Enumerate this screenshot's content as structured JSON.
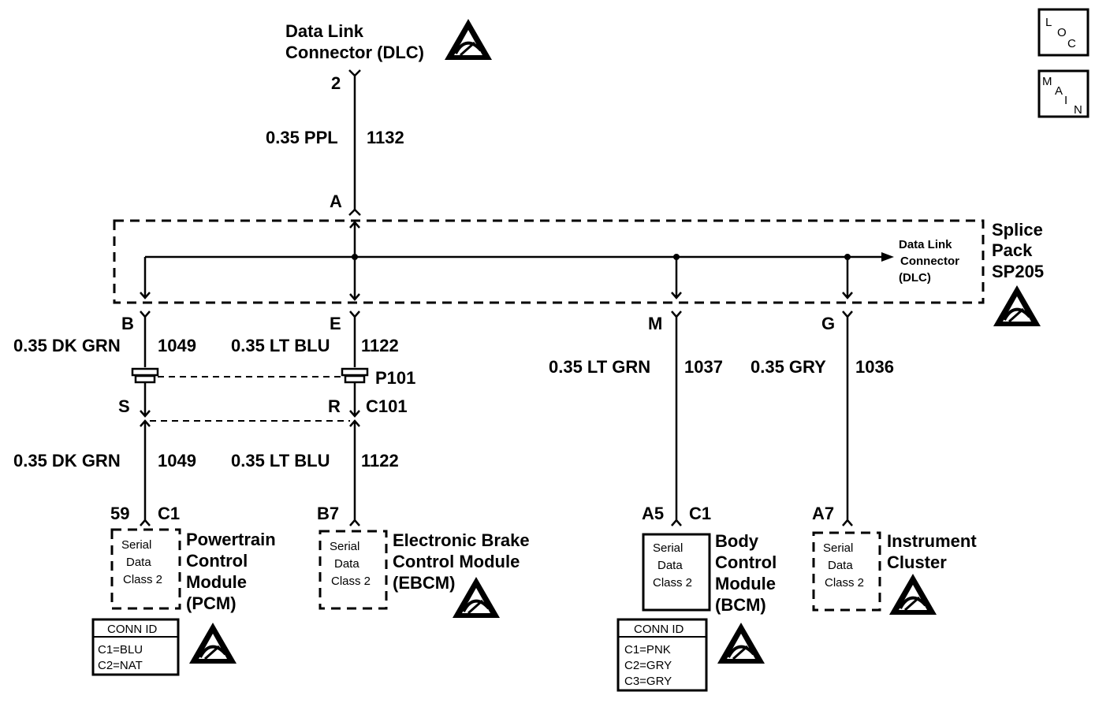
{
  "badges": {
    "loc": [
      "L",
      "O",
      "C"
    ],
    "main": [
      "M",
      "A",
      "I",
      "N"
    ]
  },
  "dlc": {
    "title_line1": "Data Link",
    "title_line2": "Connector (DLC)",
    "pin": "2",
    "wire_gauge_color": "0.35 PPL",
    "circuit": "1132"
  },
  "splice_pack": {
    "title_line1": "Splice",
    "title_line2": "Pack",
    "title_line3": "SP205",
    "entry_pin": "A",
    "dlc_ref_line1": "Data Link",
    "dlc_ref_line2": "Connector",
    "dlc_ref_line3": "(DLC)"
  },
  "branches": {
    "pcm": {
      "splice_pin": "B",
      "upper_wire": "0.35 DK GRN",
      "upper_circuit": "1049",
      "inline_pin": "S",
      "lower_wire": "0.35 DK GRN",
      "lower_circuit": "1049",
      "module_pin": "59",
      "connector": "C1"
    },
    "ebcm": {
      "splice_pin": "E",
      "upper_wire": "0.35 LT BLU",
      "upper_circuit": "1122",
      "inline_pin": "R",
      "lower_wire": "0.35 LT BLU",
      "lower_circuit": "1122",
      "module_pin": "B7"
    },
    "bcm": {
      "splice_pin": "M",
      "wire": "0.35 LT GRN",
      "circuit": "1037",
      "module_pin": "A5",
      "connector": "C1"
    },
    "ic": {
      "splice_pin": "G",
      "wire": "0.35 GRY",
      "circuit": "1036",
      "module_pin": "A7"
    }
  },
  "inline_connectors": {
    "p": "P101",
    "c": "C101"
  },
  "modules": {
    "serial_line1": "Serial",
    "serial_line2": "Data",
    "serial_line3": "Class 2",
    "pcm": [
      "Powertrain",
      "Control",
      "Module",
      "(PCM)"
    ],
    "ebcm": [
      "Electronic Brake",
      "Control Module",
      "(EBCM)"
    ],
    "bcm": [
      "Body",
      "Control",
      "Module",
      "(BCM)"
    ],
    "ic": [
      "Instrument",
      "Cluster"
    ]
  },
  "conn_ids": {
    "pcm": {
      "header": "CONN ID",
      "rows": [
        "C1=BLU",
        "C2=NAT"
      ]
    },
    "bcm": {
      "header": "CONN ID",
      "rows": [
        "C1=PNK",
        "C2=GRY",
        "C3=GRY"
      ]
    }
  }
}
